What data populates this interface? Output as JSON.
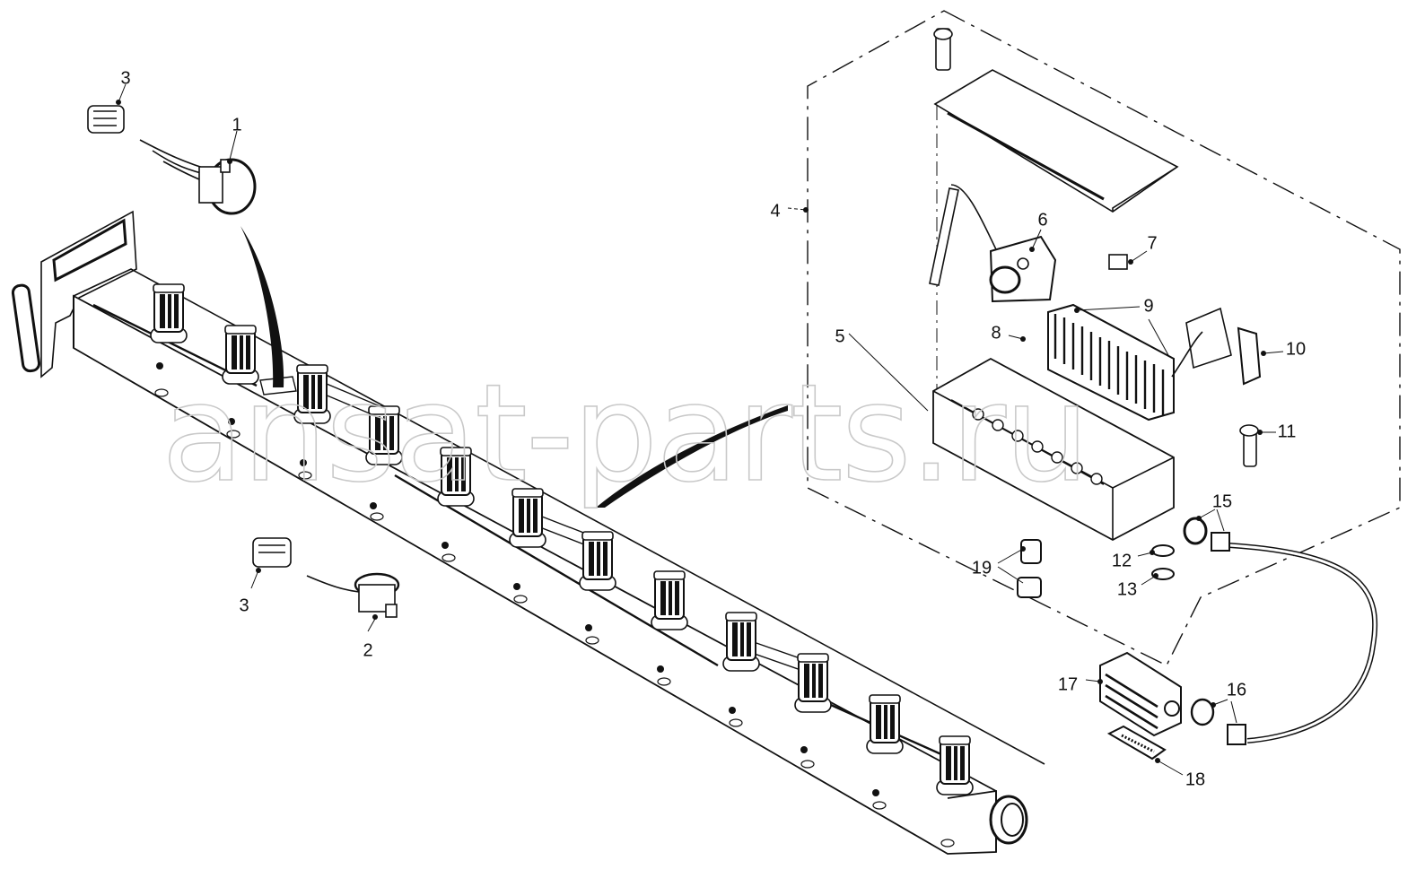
{
  "diagram": {
    "watermark": "ansat-parts.ru",
    "callouts": [
      {
        "id": "1",
        "label": "1"
      },
      {
        "id": "2",
        "label": "2"
      },
      {
        "id": "3a",
        "label": "3"
      },
      {
        "id": "3b",
        "label": "3"
      },
      {
        "id": "4",
        "label": "4"
      },
      {
        "id": "5",
        "label": "5"
      },
      {
        "id": "6",
        "label": "6"
      },
      {
        "id": "7",
        "label": "7"
      },
      {
        "id": "8",
        "label": "8"
      },
      {
        "id": "9",
        "label": "9"
      },
      {
        "id": "10",
        "label": "10"
      },
      {
        "id": "11",
        "label": "11"
      },
      {
        "id": "12",
        "label": "12"
      },
      {
        "id": "13",
        "label": "13"
      },
      {
        "id": "15",
        "label": "15"
      },
      {
        "id": "16",
        "label": "16"
      },
      {
        "id": "17",
        "label": "17"
      },
      {
        "id": "18",
        "label": "18"
      },
      {
        "id": "19",
        "label": "19"
      }
    ]
  }
}
